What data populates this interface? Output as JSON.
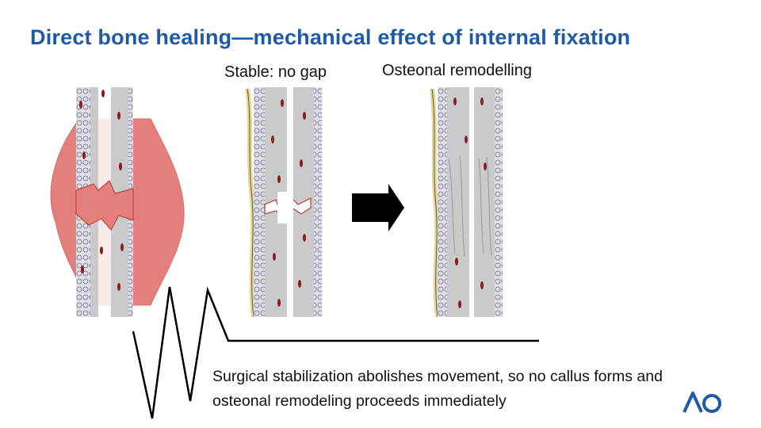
{
  "slide": {
    "title": "Direct bone healing—mechanical effect of internal fixation",
    "label_stable": "Stable: no gap",
    "label_remodel": "Osteonal remodelling",
    "caption": "Surgical stabilization abolishes movement, so no callus forms and osteonal remodeling proceeds immediately",
    "logo_text": "AO"
  },
  "colors": {
    "title": "#1f5aa8",
    "callus": "#e37f7c",
    "cortex": "#c9cacc",
    "osteon_dot": "#8b1a1a",
    "periosteum": "#e8d79a",
    "logo": "#1f5aa8"
  },
  "icons": [
    "arrow-right-icon",
    "ao-logo-icon"
  ]
}
